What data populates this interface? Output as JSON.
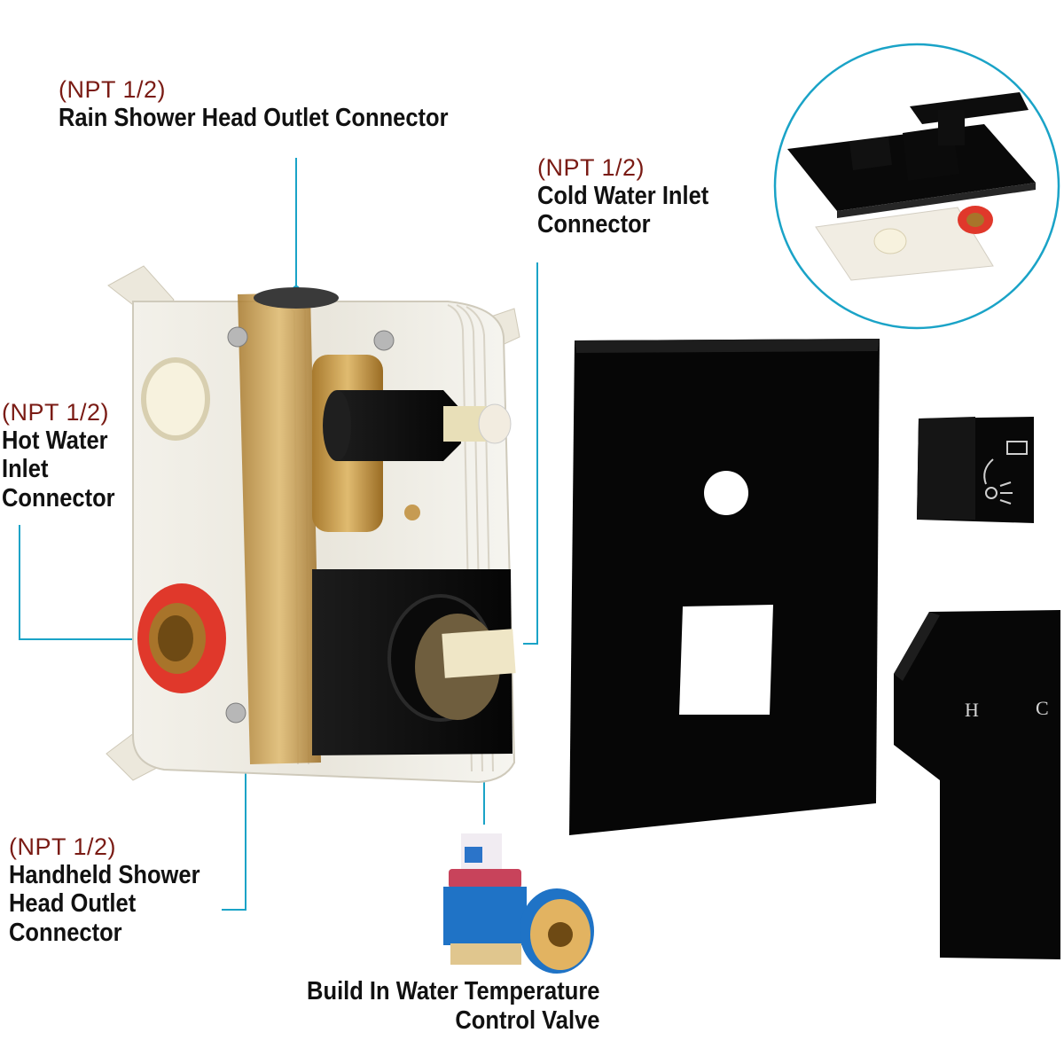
{
  "callouts": {
    "rain": {
      "spec": "(NPT 1/2)",
      "line1": "Rain Shower Head Outlet Connector"
    },
    "cold": {
      "spec": "(NPT 1/2)",
      "line1": "Cold Water Inlet",
      "line2": "Connector"
    },
    "hot": {
      "spec": "(NPT 1/2)",
      "line1": "Hot Water",
      "line2": "Inlet",
      "line3": "Connector"
    },
    "handheld": {
      "spec": "(NPT 1/2)",
      "line1": "Handheld Shower",
      "line2": "Head Outlet",
      "line3": "Connector"
    },
    "valve": {
      "line1": "Build In Water Temperature",
      "line2": "Control Valve"
    }
  },
  "handle_marks": {
    "hot": "H",
    "cold": "C"
  },
  "colors": {
    "leader_line": "#1aa3c7",
    "spec_text": "#7a1b14",
    "matte_black": "#0c0c0c",
    "brass": "#c79a45",
    "seal_red": "#e0382b"
  }
}
